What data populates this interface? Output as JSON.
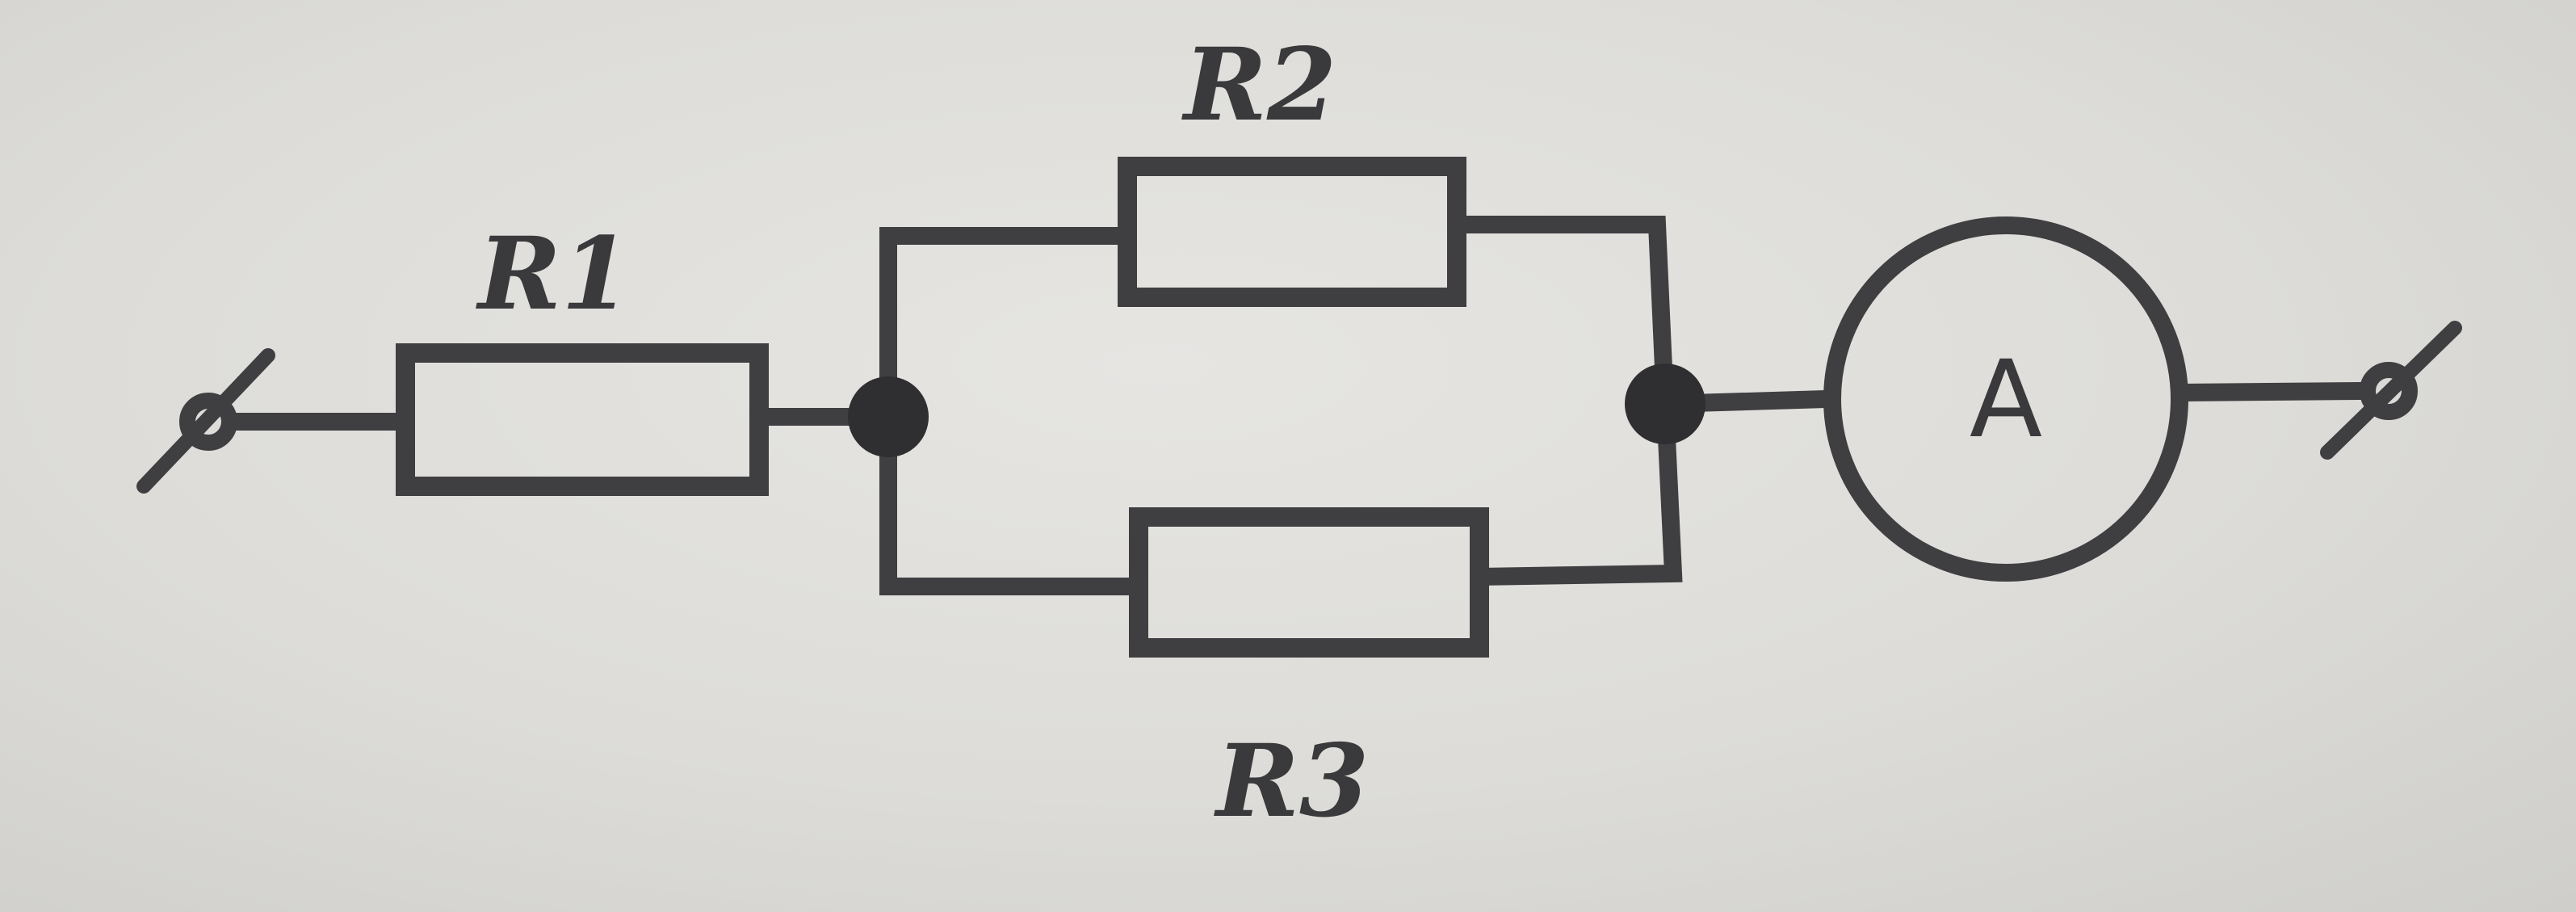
{
  "diagram": {
    "type": "electrical-circuit",
    "components": {
      "r1": {
        "label": "R1",
        "kind": "resistor"
      },
      "r2": {
        "label": "R2",
        "kind": "resistor"
      },
      "r3": {
        "label": "R3",
        "kind": "resistor"
      },
      "ammeter": {
        "label": "A",
        "kind": "ammeter"
      }
    },
    "connections": [
      {
        "from": "terminal-left",
        "to": "r1"
      },
      {
        "from": "r1",
        "to": "junction-left"
      },
      {
        "from": "junction-left",
        "to": "r2"
      },
      {
        "from": "junction-left",
        "to": "r3"
      },
      {
        "from": "r2",
        "to": "junction-right"
      },
      {
        "from": "r3",
        "to": "junction-right"
      },
      {
        "from": "junction-right",
        "to": "ammeter"
      },
      {
        "from": "ammeter",
        "to": "terminal-right"
      }
    ],
    "colors": {
      "ink": "#3f3f42",
      "paper": "#e2e1de"
    }
  }
}
